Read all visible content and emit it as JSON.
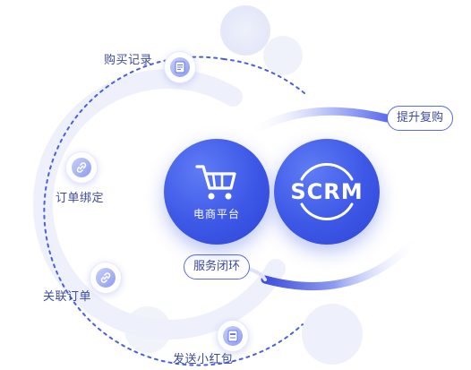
{
  "nodes": {
    "purchase_record": "购买记录",
    "order_binding": "订单绑定",
    "link_order": "关联订单",
    "send_red_packet": "发送小红包"
  },
  "center": {
    "ecommerce": "电商平台",
    "scrm": "SCRM"
  },
  "pills": {
    "repurchase": "提升复购",
    "service_loop": "服务闭环"
  },
  "colors": {
    "accent": "#3d57e6",
    "text": "#3d4a9c",
    "dotted": "#4a5fe0"
  },
  "icons": [
    "document-icon",
    "link-icon",
    "link-icon",
    "gift-card-icon",
    "cart-icon",
    "refresh-ring-icon"
  ]
}
